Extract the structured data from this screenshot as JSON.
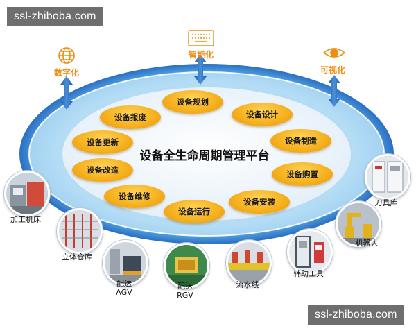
{
  "watermark": "ssl-zhiboba.com",
  "top_labels": {
    "digital": "数字化",
    "intelligent": "智能化",
    "visual": "可视化"
  },
  "center_title": "设备全生命周期管理平台",
  "stages": [
    "设备规划",
    "设备设计",
    "设备制造",
    "设备购置",
    "设备安装",
    "设备运行",
    "设备维修",
    "设备改造",
    "设备更新",
    "设备报废"
  ],
  "equipment": [
    {
      "label": "加工机床"
    },
    {
      "label": "立体仓库"
    },
    {
      "label": "配送\nAGV"
    },
    {
      "label": "配送\nRGV"
    },
    {
      "label": "流水线"
    },
    {
      "label": "辅助工具"
    },
    {
      "label": "机器人"
    },
    {
      "label": "刀具库"
    }
  ],
  "colors": {
    "ring_outer": "#3a7fd0",
    "ring_inner": "#eaf3fb",
    "pill": "#f6b21f",
    "label_orange": "#f08c10",
    "arrow": "#2f6fba"
  },
  "icons": [
    "globe-icon",
    "keyboard-icon",
    "eye-icon"
  ]
}
